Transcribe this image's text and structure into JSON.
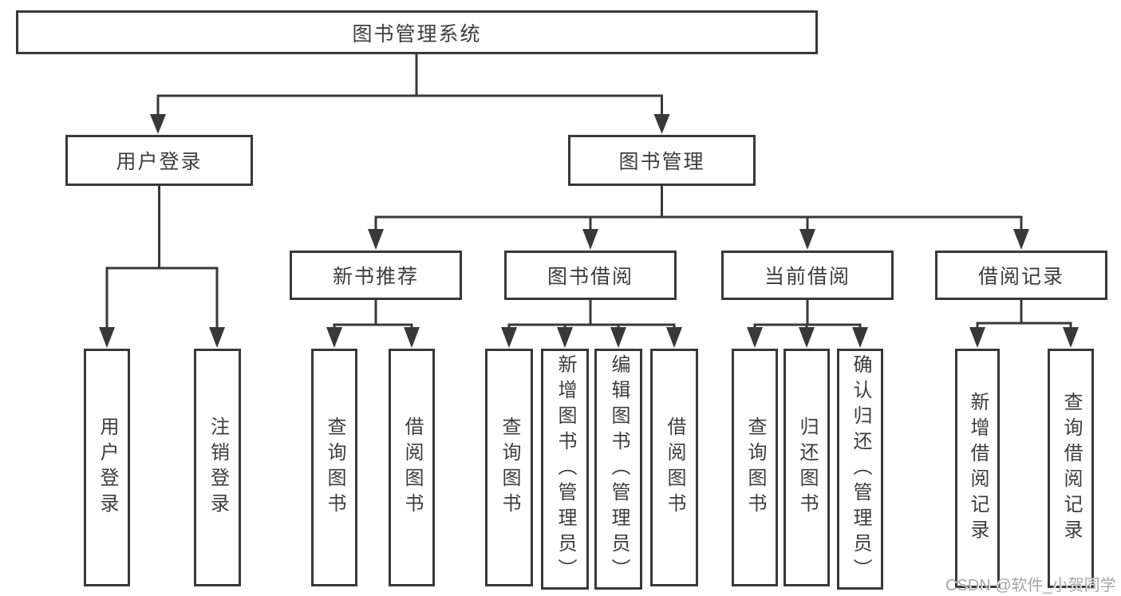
{
  "diagram": {
    "root": {
      "label": "图书管理系统"
    },
    "level2": [
      {
        "label": "用户登录",
        "children": [
          {
            "label": "用户登录"
          },
          {
            "label": "注销登录"
          }
        ]
      },
      {
        "label": "图书管理",
        "children": [
          {
            "label": "新书推荐",
            "children": [
              {
                "label": "查询图书"
              },
              {
                "label": "借阅图书"
              }
            ]
          },
          {
            "label": "图书借阅",
            "children": [
              {
                "label": "查询图书"
              },
              {
                "label": "新增图书（管理员）"
              },
              {
                "label": "编辑图书（管理员）"
              },
              {
                "label": "借阅图书"
              }
            ]
          },
          {
            "label": "当前借阅",
            "children": [
              {
                "label": "查询图书"
              },
              {
                "label": "归还图书"
              },
              {
                "label": "确认归还（管理员）"
              }
            ]
          },
          {
            "label": "借阅记录",
            "children": [
              {
                "label": "新增借阅记录"
              },
              {
                "label": "查询借阅记录"
              }
            ]
          }
        ]
      }
    ]
  },
  "watermark": {
    "text": "CSDN @软件_小贺同学"
  },
  "colors": {
    "line": "#383838",
    "text": "#3d3d3d",
    "background": "#ffffff",
    "watermark": "#a6a6a6"
  }
}
